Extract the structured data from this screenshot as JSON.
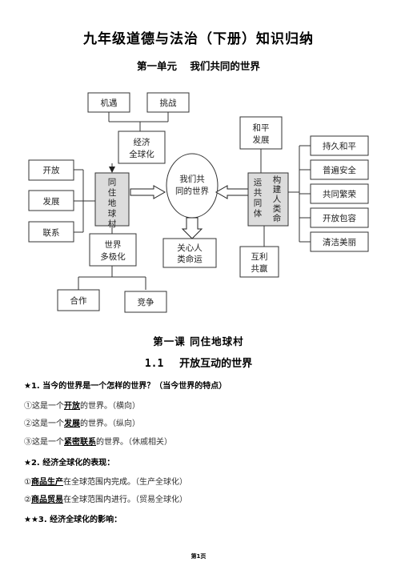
{
  "title": "九年级道德与法治（下册）知识归纳",
  "unit": {
    "number": "第一单元",
    "name": "我们共同的世界"
  },
  "diagram": {
    "left_top": [
      "机遇",
      "挑战"
    ],
    "economic": [
      "经济",
      "全球化"
    ],
    "left_col": [
      "开放",
      "发展",
      "联系"
    ],
    "village": [
      "同",
      "住",
      "地",
      "球",
      "村"
    ],
    "center": [
      "我们共",
      "同的世界"
    ],
    "multipolar": [
      "世界",
      "多极化"
    ],
    "bottom_left": [
      "合作",
      "竞争"
    ],
    "fate": [
      "关心人",
      "类命运"
    ],
    "peace": [
      "和平",
      "发展"
    ],
    "community_a": [
      "运",
      "共",
      "同",
      "体"
    ],
    "community_b": [
      "构",
      "建",
      "人",
      "类",
      "命"
    ],
    "winwin": [
      "互利",
      "共赢"
    ],
    "right_col": [
      "持久和平",
      "普遍安全",
      "共同繁荣",
      "开放包容",
      "清洁美丽"
    ]
  },
  "lesson": {
    "number": "第一课",
    "name": "同住地球村"
  },
  "section": {
    "number": "1.1",
    "name": "开放互动的世界"
  },
  "q1": {
    "prefix": "★1.",
    "text": "当今的世界是一个怎样的世界？（当今世界的特点）"
  },
  "q1_items": [
    {
      "pre": "①这是一个",
      "key": "开放",
      "post": "的世界。",
      "note": "（横向）"
    },
    {
      "pre": "②这是一个",
      "key": "发展",
      "post": "的世界。",
      "note": "（纵向）"
    },
    {
      "pre": "③这是一个",
      "key": "紧密联系",
      "post": "的世界。",
      "note": "（休戚相关）"
    }
  ],
  "q2": {
    "prefix": "★2.",
    "text": "经济全球化的表现："
  },
  "q2_items": [
    {
      "pre": "①",
      "key": "商品生产",
      "post": "在全球范围内完成。",
      "note": "（生产全球化）"
    },
    {
      "pre": "②",
      "key": "商品贸易",
      "post": "在全球范围内进行。",
      "note": "（贸易全球化）"
    }
  ],
  "q3": {
    "prefix": "★★3.",
    "text": "经济全球化的影响："
  },
  "footer": "第1页"
}
